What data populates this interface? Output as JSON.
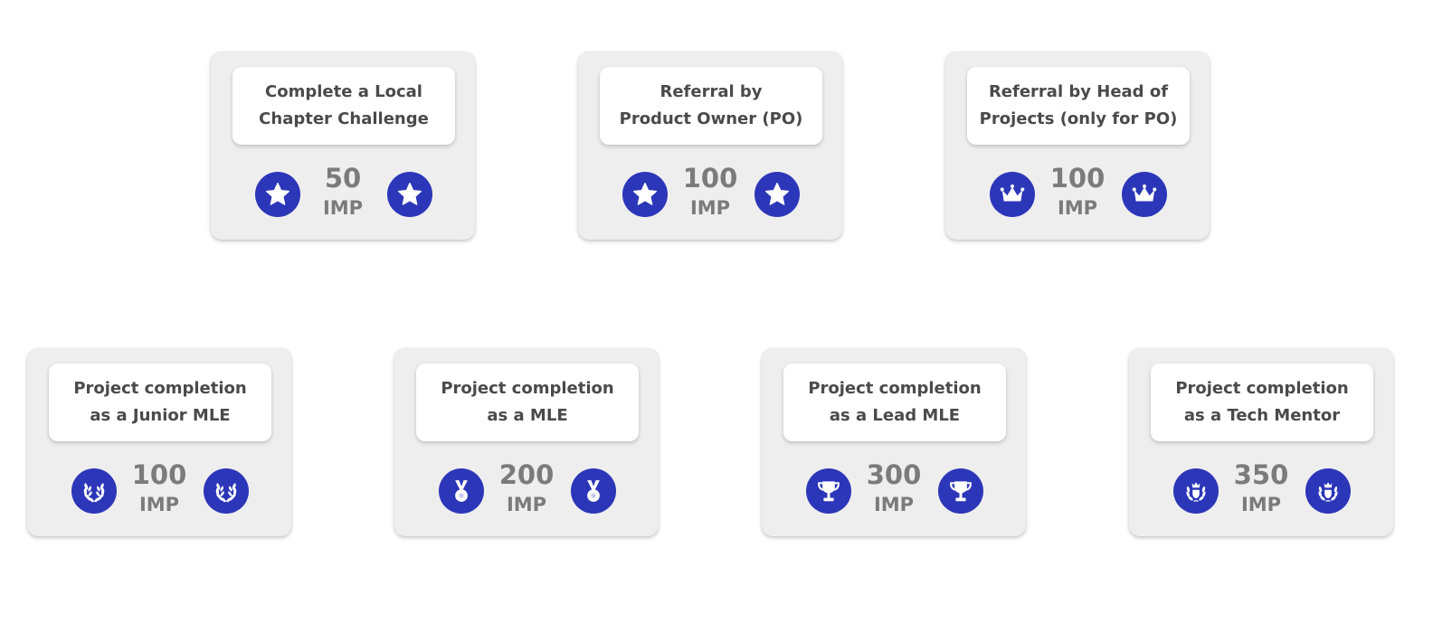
{
  "accent_color": "#2c36b8",
  "cards": [
    {
      "title_lines": [
        "Complete a Local",
        "Chapter Challenge"
      ],
      "points": "50",
      "unit": "IMP",
      "icon": "star-icon"
    },
    {
      "title_lines": [
        "Referral by",
        "Product Owner (PO)"
      ],
      "points": "100",
      "unit": "IMP",
      "icon": "star-icon"
    },
    {
      "title_lines": [
        "Referral by Head of",
        "Projects (only for PO)"
      ],
      "points": "100",
      "unit": "IMP",
      "icon": "crown-icon"
    },
    {
      "title_lines": [
        "Project completion",
        "as a Junior MLE"
      ],
      "points": "100",
      "unit": "IMP",
      "icon": "laurel-wreath-icon"
    },
    {
      "title_lines": [
        "Project completion",
        "as a MLE"
      ],
      "points": "200",
      "unit": "IMP",
      "icon": "medal-icon"
    },
    {
      "title_lines": [
        "Project completion",
        "as a Lead MLE"
      ],
      "points": "300",
      "unit": "IMP",
      "icon": "trophy-icon"
    },
    {
      "title_lines": [
        "Project completion",
        "as a Tech Mentor"
      ],
      "points": "350",
      "unit": "IMP",
      "icon": "crowned-laurel-icon"
    }
  ]
}
